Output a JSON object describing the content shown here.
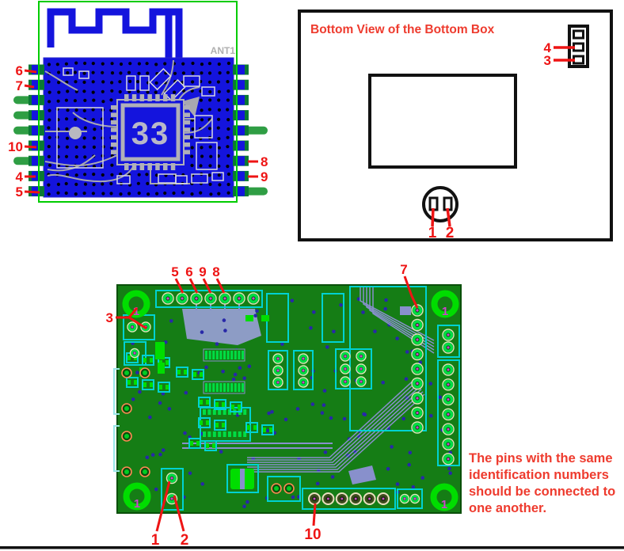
{
  "module": {
    "ant_label": "ANT1",
    "chip_label": "33",
    "pin_labels": {
      "left": [
        "6",
        "7",
        "10",
        "4",
        "5"
      ],
      "right": [
        "8",
        "9"
      ]
    }
  },
  "bottom_box": {
    "title": "Bottom View of the Bottom Box",
    "side_connector": {
      "labels": [
        "4",
        "3"
      ]
    },
    "plug": {
      "labels": [
        "1",
        "2"
      ]
    }
  },
  "pcb": {
    "top_pin_labels": [
      "5",
      "6",
      "9",
      "8"
    ],
    "left_pin_label": "3",
    "top_right_pin_label": "7",
    "bottom_pin_labels": [
      "1",
      "2"
    ],
    "bottom_header_label": "10",
    "mounting_hole_marker": "1"
  },
  "note": {
    "lines": [
      "The pins with the same",
      "identification numbers",
      "should be connected to",
      "one another."
    ]
  },
  "colors": {
    "annotation_red": "#ee1414",
    "text_red": "#ee3b2e",
    "module_blue": "#1414dd",
    "board_green": "#157d15",
    "bright_green": "#00dd00",
    "cyan": "#00d2d2",
    "magenta": "#cc44cc",
    "via_blue": "#2828a8",
    "pin_green": "#2f9e44",
    "trace_gray": "#a8a8b0",
    "trace_periwinkle": "#8890cc"
  }
}
